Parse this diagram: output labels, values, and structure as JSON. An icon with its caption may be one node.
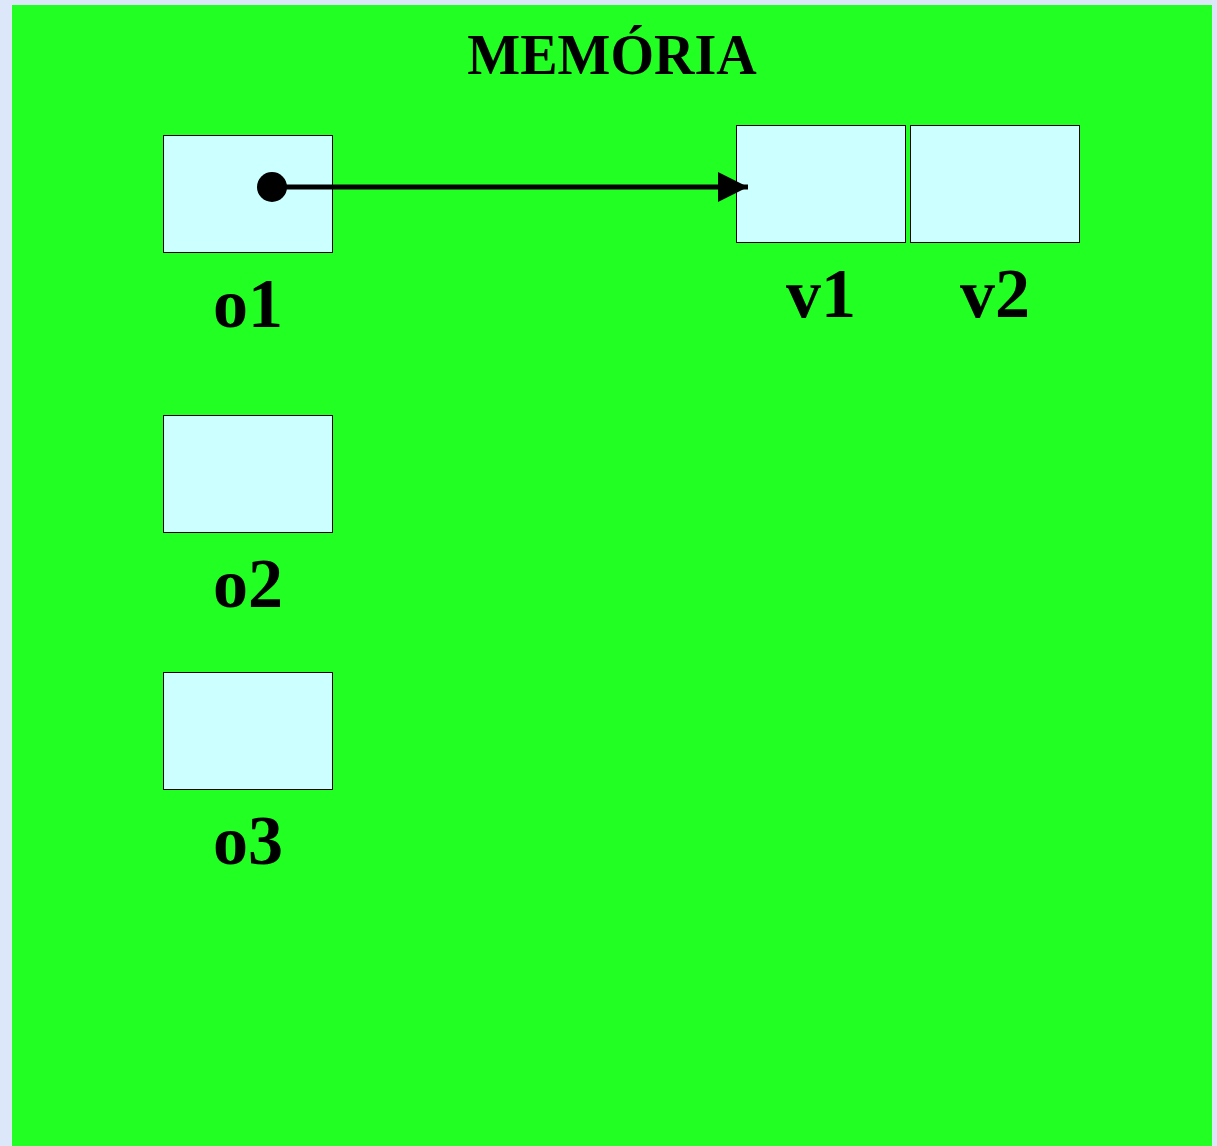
{
  "diagram": {
    "nodes": [
      {
        "text": [
          "MEMÓRIA"
        ]
      },
      {
        "text": [
          "o1"
        ],
        "in": 0
      },
      {
        "text": [
          "v1"
        ],
        "in": 0
      },
      {
        "text": [
          "v2"
        ],
        "in": 0
      },
      {
        "text": [
          "o2"
        ],
        "in": 0
      },
      {
        "text": [
          "o3"
        ],
        "in": 0
      }
    ],
    "edges": [
      {
        "from": 1,
        "to": 2,
        "arrow": "to"
      }
    ]
  }
}
